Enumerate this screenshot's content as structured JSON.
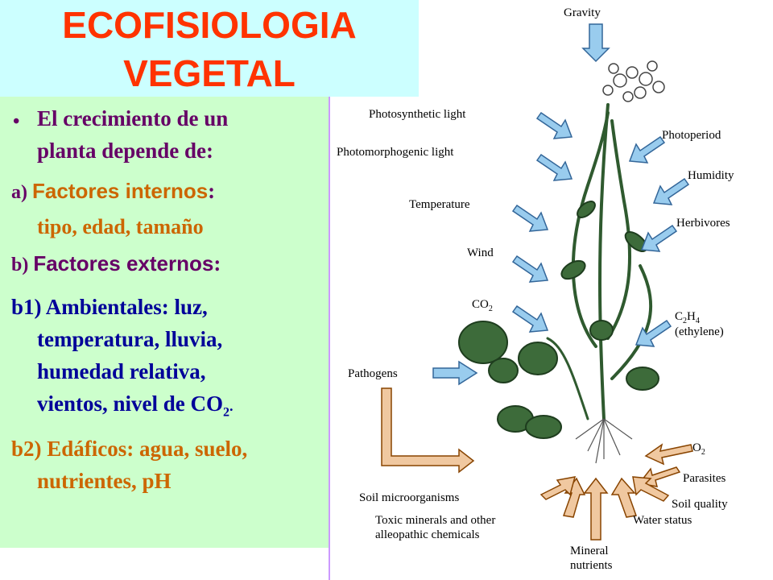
{
  "title": {
    "line1": "ECOFISIOLOGIA",
    "line2": "VEGETAL"
  },
  "bullet_char": "•",
  "text": {
    "l1": "El crecimiento de un",
    "l2": "planta depende de:",
    "a_prefix": "a) ",
    "a_heading": "Factores internos",
    "a_colon": ":",
    "a_detail": "tipo, edad, tamaño",
    "b_prefix": "b) ",
    "b_heading": "Factores externos",
    "b_colon": ":",
    "b1_l1": "b1) Ambientales: luz,",
    "b1_l2": "temperatura, lluvia,",
    "b1_l3": "humedad relativa,",
    "b1_l4_a": "vientos, nivel de CO",
    "b1_l4_sub": "2",
    "b1_l4_b": ".",
    "b2_l1": "b2) Edáficos: agua, suelo,",
    "b2_l2": "nutrientes, pH"
  },
  "diagram": {
    "gravity": "Gravity",
    "photosynthetic_light": "Photosynthetic light",
    "photomorphogenic_light": "Photomorphogenic light",
    "temperature": "Temperature",
    "wind": "Wind",
    "co2": "CO",
    "co2_sub": "2",
    "pathogens": "Pathogens",
    "photoperiod": "Photoperiod",
    "humidity": "Humidity",
    "herbivores": "Herbivores",
    "c2h4": "C",
    "c2h4_sub1": "2",
    "c2h4_h": "H",
    "c2h4_sub2": "4",
    "ethylene": "(ethylene)",
    "o2": "O",
    "o2_sub": "2",
    "parasites": "Parasites",
    "soil_quality": "Soil quality",
    "water_status": "Water status",
    "soil_micro": "Soil microorganisms",
    "toxic_l1": "Toxic minerals and other",
    "toxic_l2": "alleopathic chemicals",
    "mineral_l1": "Mineral",
    "mineral_l2": "nutrients"
  },
  "colors": {
    "title": "#ff3300",
    "blue_arrow": "#99ccee",
    "tan_arrow": "#f0c8a0",
    "plant": "#2f5a2f"
  }
}
